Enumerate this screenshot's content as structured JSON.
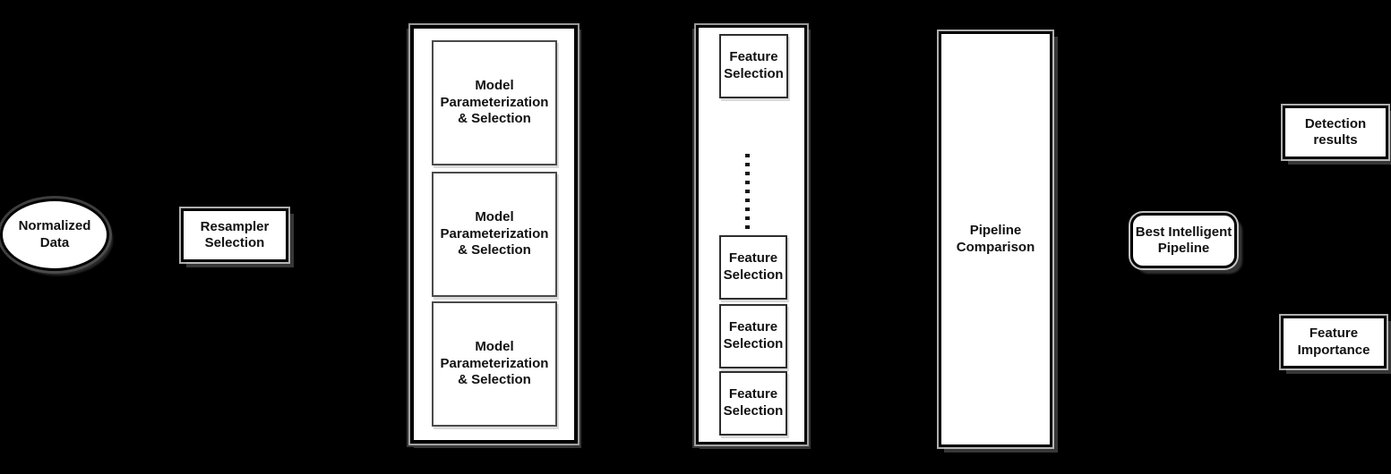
{
  "diagram_type": "pipeline-flowchart",
  "colors": {
    "background": "#000000",
    "node_fill": "#ffffff",
    "node_border": "#000000",
    "inner_border": "#4a4a4a",
    "text": "#111111",
    "shadow": "#3a3a3a",
    "halo": "#d0d0d0"
  },
  "nodes": {
    "normalized_data": {
      "shape": "ellipse",
      "label": "Normalized\nData"
    },
    "resampler_selection": {
      "shape": "rect",
      "label": "Resampler\nSelection"
    },
    "model_group": {
      "shape": "container",
      "items": [
        "Model\nParameterization\n& Selection",
        "Model\nParameterization\n& Selection",
        "Model\nParameterization\n& Selection"
      ]
    },
    "feature_group": {
      "shape": "container",
      "top_item": "Feature\nSelection",
      "ellipsis_icon": "vertical-dots",
      "bottom_items": [
        "Feature\nSelection",
        "Feature\nSelection",
        "Feature\nSelection"
      ]
    },
    "pipeline_comparison": {
      "shape": "rect",
      "label": "Pipeline\nComparison"
    },
    "best_intelligent_pipeline": {
      "shape": "rounded-rect",
      "label": "Best Intelligent\nPipeline"
    },
    "detection_results": {
      "shape": "rect",
      "label": "Detection\nresults"
    },
    "feature_importance": {
      "shape": "rect",
      "label": "Feature\nImportance"
    }
  }
}
